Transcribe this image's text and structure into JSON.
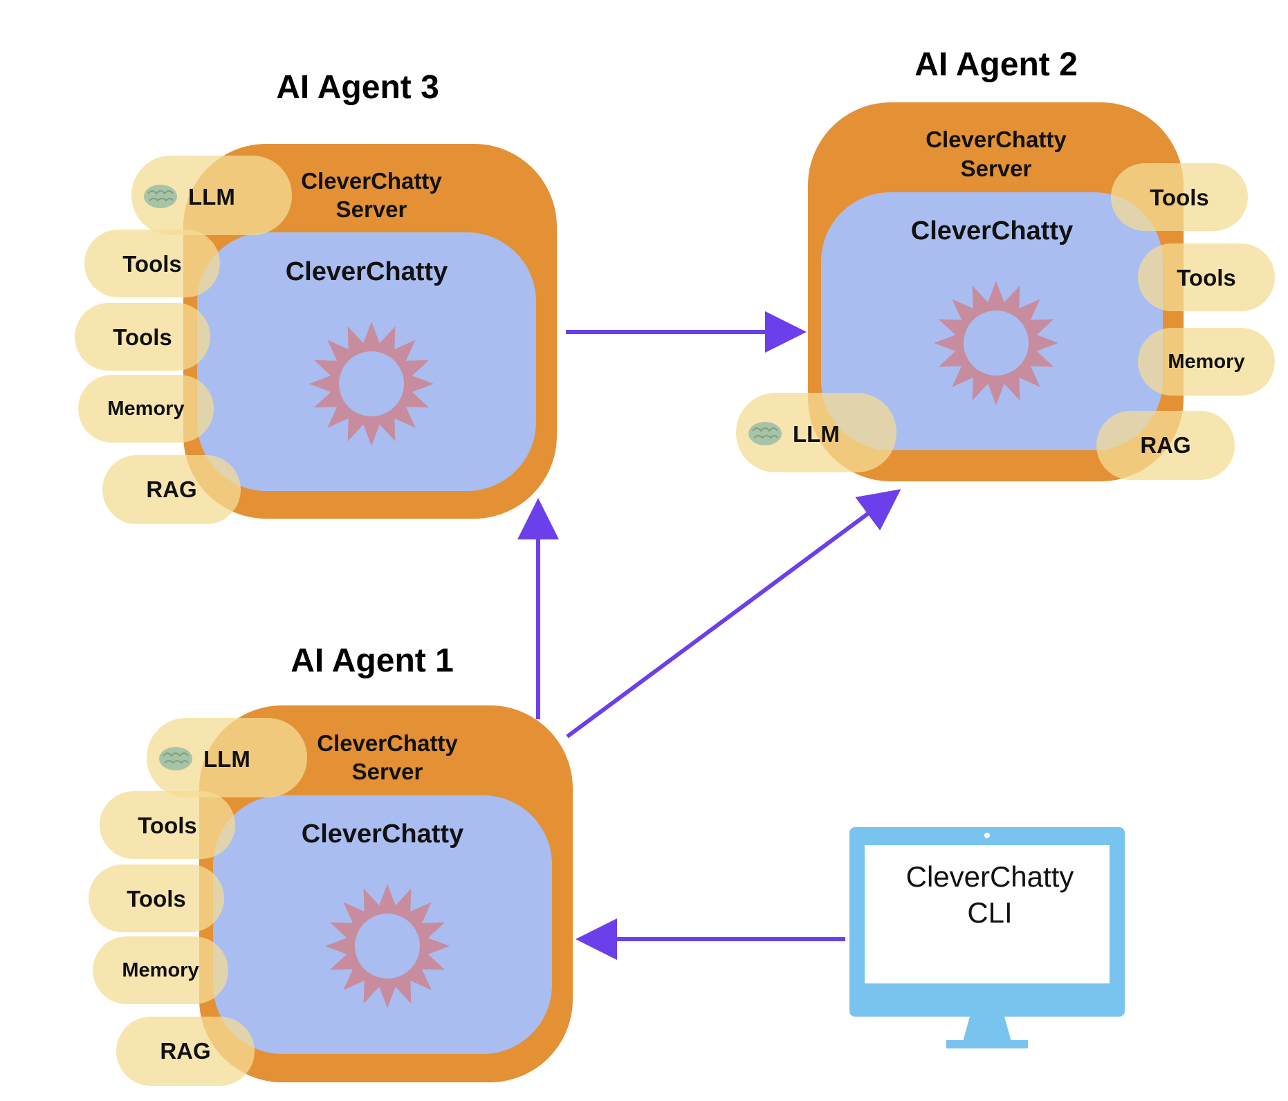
{
  "agents": {
    "agent1": {
      "title": "AI Agent 1",
      "server_line1": "CleverChatty",
      "server_line2": "Server",
      "core_label": "CleverChatty",
      "pills": {
        "llm": "LLM",
        "tools_a": "Tools",
        "tools_b": "Tools",
        "memory": "Memory",
        "rag": "RAG"
      }
    },
    "agent2": {
      "title": "AI Agent 2",
      "server_line1": "CleverChatty",
      "server_line2": "Server",
      "core_label": "CleverChatty",
      "pills": {
        "llm": "LLM",
        "tools_a": "Tools",
        "tools_b": "Tools",
        "memory": "Memory",
        "rag": "RAG"
      }
    },
    "agent3": {
      "title": "AI Agent 3",
      "server_line1": "CleverChatty",
      "server_line2": "Server",
      "core_label": "CleverChatty",
      "pills": {
        "llm": "LLM",
        "tools_a": "Tools",
        "tools_b": "Tools",
        "memory": "Memory",
        "rag": "RAG"
      }
    }
  },
  "cli": {
    "line1": "CleverChatty",
    "line2": "CLI"
  },
  "icons": {
    "llm": "brain-icon",
    "core": "sun-icon",
    "cli": "monitor-icon"
  },
  "colors": {
    "server": "#E39134",
    "core": "#A9BDF0",
    "pill": "#F4DC95",
    "sun": "#C78C9E",
    "arrow": "#6B3FEA",
    "monitor": "#79C3EF",
    "brain": "#A7C4A6"
  }
}
